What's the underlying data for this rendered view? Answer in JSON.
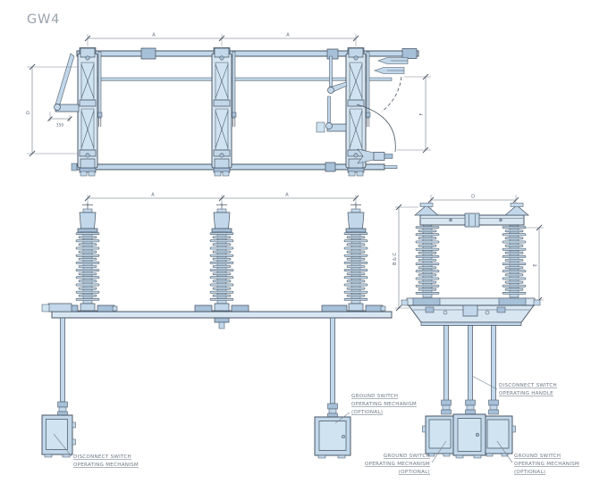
{
  "title": "GW4",
  "colors": {
    "line": "#465362",
    "fill_light": "#d8e6f2",
    "fill_mid": "#c2d8ea",
    "fill_dark": "#a6c0d8",
    "label_text": "#6f7a86",
    "dimension_text": "#5c6876",
    "title_text": "#9aa2ab",
    "background": "#ffffff"
  },
  "top_view": {
    "dim_a1": "A",
    "dim_a2": "A",
    "dim_d": "D",
    "dim_350": "350",
    "dim_f": "F"
  },
  "front_view": {
    "dim_a1": "A",
    "dim_a2": "A"
  },
  "side_view": {
    "dim_d": "D",
    "dim_bc": "B & C",
    "dim_e": "E"
  },
  "callouts": {
    "disconnect_mechanism": {
      "line1": "DISCONNECT SWITCH",
      "line2": "OPERATING MECHANISM"
    },
    "ground_mechanism_front": {
      "line1": "GROUND SWITCH",
      "line2": "OPERATING MECHANISM",
      "line3": "(OPTIONAL)"
    },
    "disconnect_handle": {
      "line1": "DISCONNECT SWITCH",
      "line2": "OPERATING HANDLE"
    },
    "ground_mechanism_left": {
      "line1": "GROUND SWITCH",
      "line2": "OPERATING MECHANISM",
      "line3": "(OPTIONAL)"
    },
    "ground_mechanism_right": {
      "line1": "GROUND SWITCH",
      "line2": "OPERATING MECHANISM",
      "line3": "(OPTIONAL)"
    }
  }
}
